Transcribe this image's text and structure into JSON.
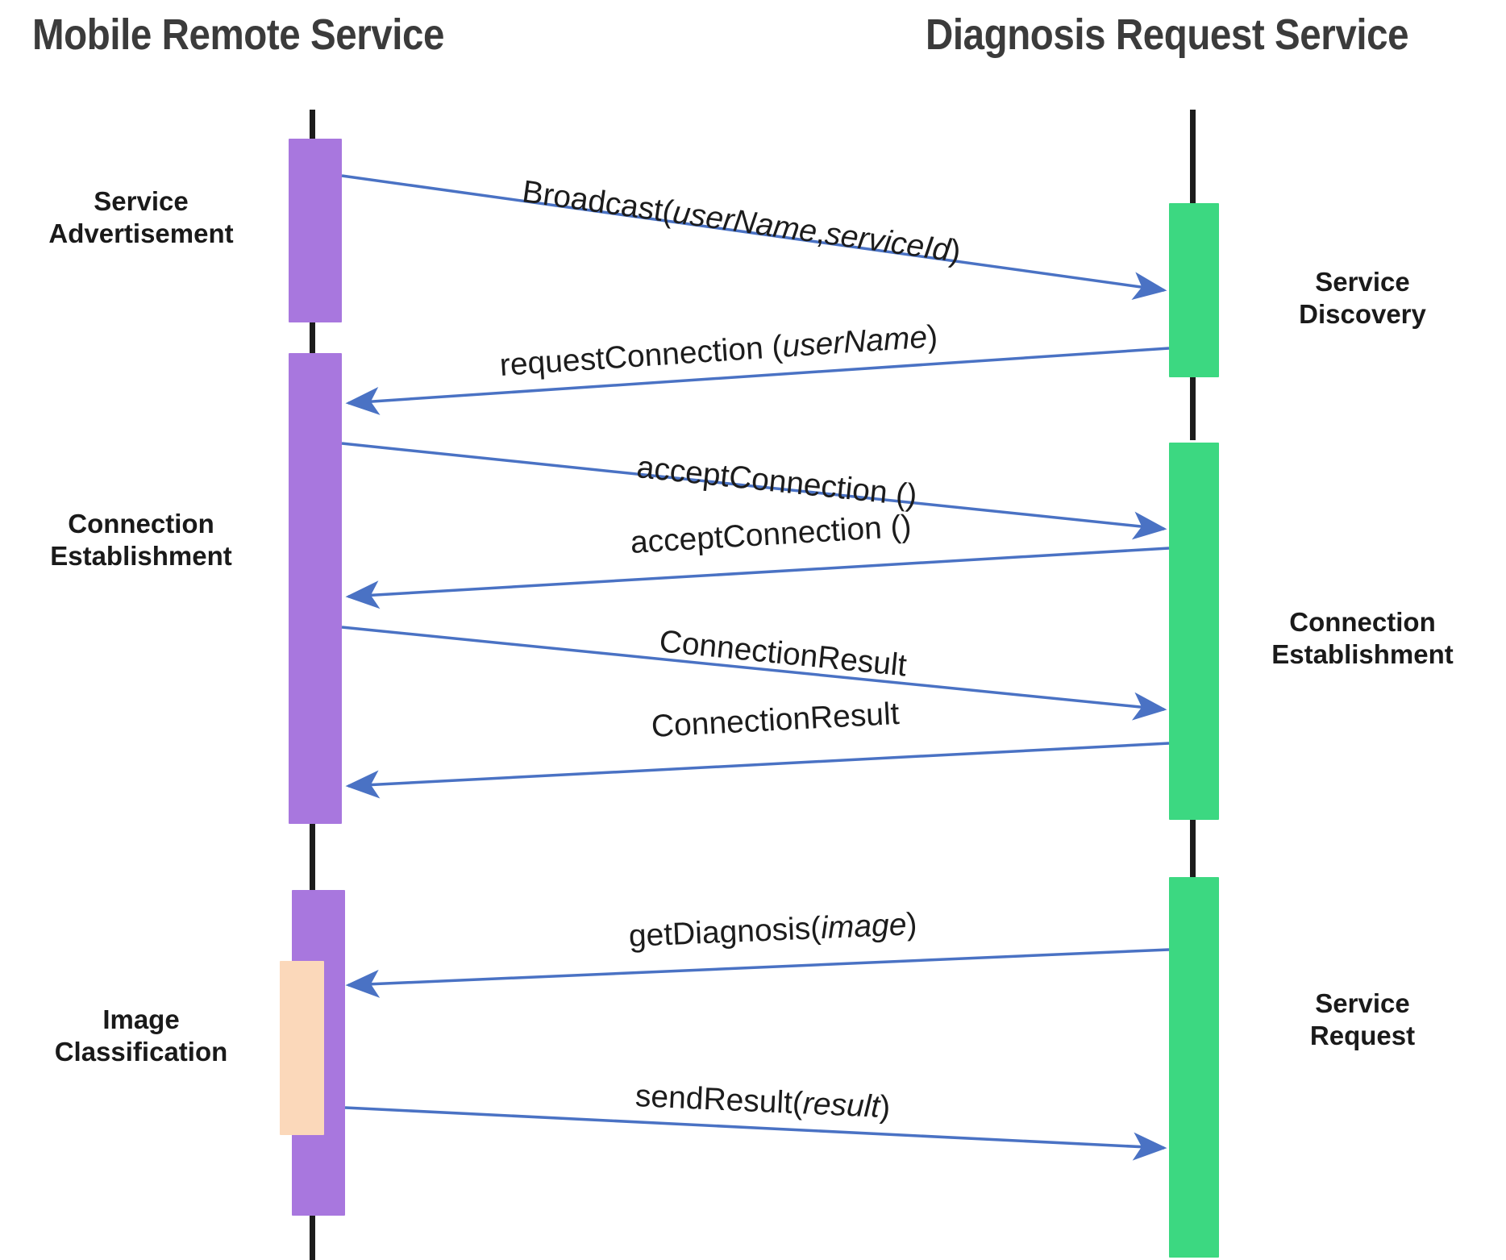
{
  "diagram": {
    "type": "uml-sequence-diagram",
    "background_color": "#ffffff",
    "colors": {
      "left_activation": "#a877de",
      "right_activation": "#3cd881",
      "processing_block": "#fbd8ba",
      "arrow": "#4a72c4",
      "lifeline": "#1c1c1c",
      "title_text": "#3b3b3b",
      "label_text": "#1a1a1a"
    }
  },
  "participants": [
    {
      "id": "mobile",
      "title": "Mobile Remote Service"
    },
    {
      "id": "diagnosis",
      "title": "Diagnosis Request Service"
    }
  ],
  "phases_left": [
    {
      "id": "service-advertisement",
      "label": "Service\nAdvertisement"
    },
    {
      "id": "connection-establishment",
      "label": "Connection\nEstablishment"
    },
    {
      "id": "image-classification",
      "label": "Image\nClassification"
    }
  ],
  "phases_right": [
    {
      "id": "service-discovery",
      "label": "Service\nDiscovery"
    },
    {
      "id": "connection-establishment",
      "label": "Connection\nEstablishment"
    },
    {
      "id": "service-request",
      "label": "Service\nRequest"
    }
  ],
  "messages": [
    {
      "id": "broadcast",
      "name": "Broadcast",
      "params": "userName, serviceId",
      "label_html": "Broadcast(<em>userName</em>,<em>serviceId</em>)",
      "direction": "left-to-right",
      "from": "mobile",
      "to": "diagnosis"
    },
    {
      "id": "request-connection",
      "name": "requestConnection",
      "params": "userName",
      "label_html": "requestConnection (<em>userName</em>)",
      "direction": "right-to-left",
      "from": "diagnosis",
      "to": "mobile"
    },
    {
      "id": "accept-connection-out",
      "name": "acceptConnection",
      "params": "",
      "label_html": "acceptConnection ()",
      "direction": "left-to-right",
      "from": "mobile",
      "to": "diagnosis"
    },
    {
      "id": "accept-connection-in",
      "name": "acceptConnection",
      "params": "",
      "label_html": "acceptConnection ()",
      "direction": "right-to-left",
      "from": "diagnosis",
      "to": "mobile"
    },
    {
      "id": "connection-result-out",
      "name": "ConnectionResult",
      "params": "",
      "label_html": "ConnectionResult",
      "direction": "left-to-right",
      "from": "mobile",
      "to": "diagnosis"
    },
    {
      "id": "connection-result-in",
      "name": "ConnectionResult",
      "params": "",
      "label_html": "ConnectionResult",
      "direction": "right-to-left",
      "from": "diagnosis",
      "to": "mobile"
    },
    {
      "id": "get-diagnosis",
      "name": "getDiagnosis",
      "params": "image",
      "label_html": "getDiagnosis(<em>image</em>)",
      "direction": "right-to-left",
      "from": "diagnosis",
      "to": "mobile"
    },
    {
      "id": "send-result",
      "name": "sendResult",
      "params": "result",
      "label_html": "sendResult(<em>result</em>)",
      "direction": "left-to-right",
      "from": "mobile",
      "to": "diagnosis"
    }
  ]
}
